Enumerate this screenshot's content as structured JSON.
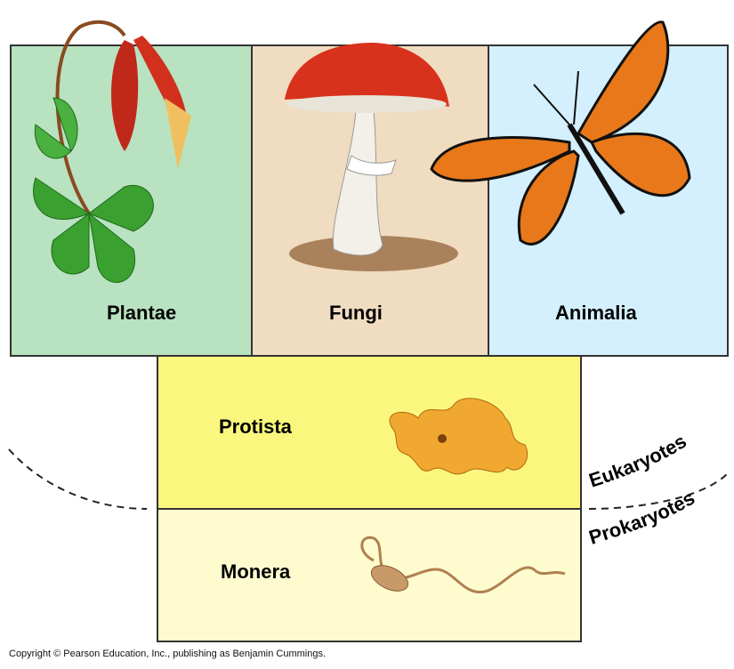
{
  "kingdoms": {
    "plantae": {
      "label": "Plantae",
      "color": "#b8e2c0"
    },
    "fungi": {
      "label": "Fungi",
      "color": "#f0dcc0"
    },
    "animalia": {
      "label": "Animalia",
      "color": "#d4effd"
    },
    "protista": {
      "label": "Protista",
      "color": "#fbf77e"
    },
    "monera": {
      "label": "Monera",
      "color": "#fefbcf"
    }
  },
  "divisions": {
    "eukaryotes": "Eukaryotes",
    "prokaryotes": "Prokaryotes"
  },
  "copyright": "Copyright © Pearson Education, Inc., publishing as Benjamin Cummings."
}
